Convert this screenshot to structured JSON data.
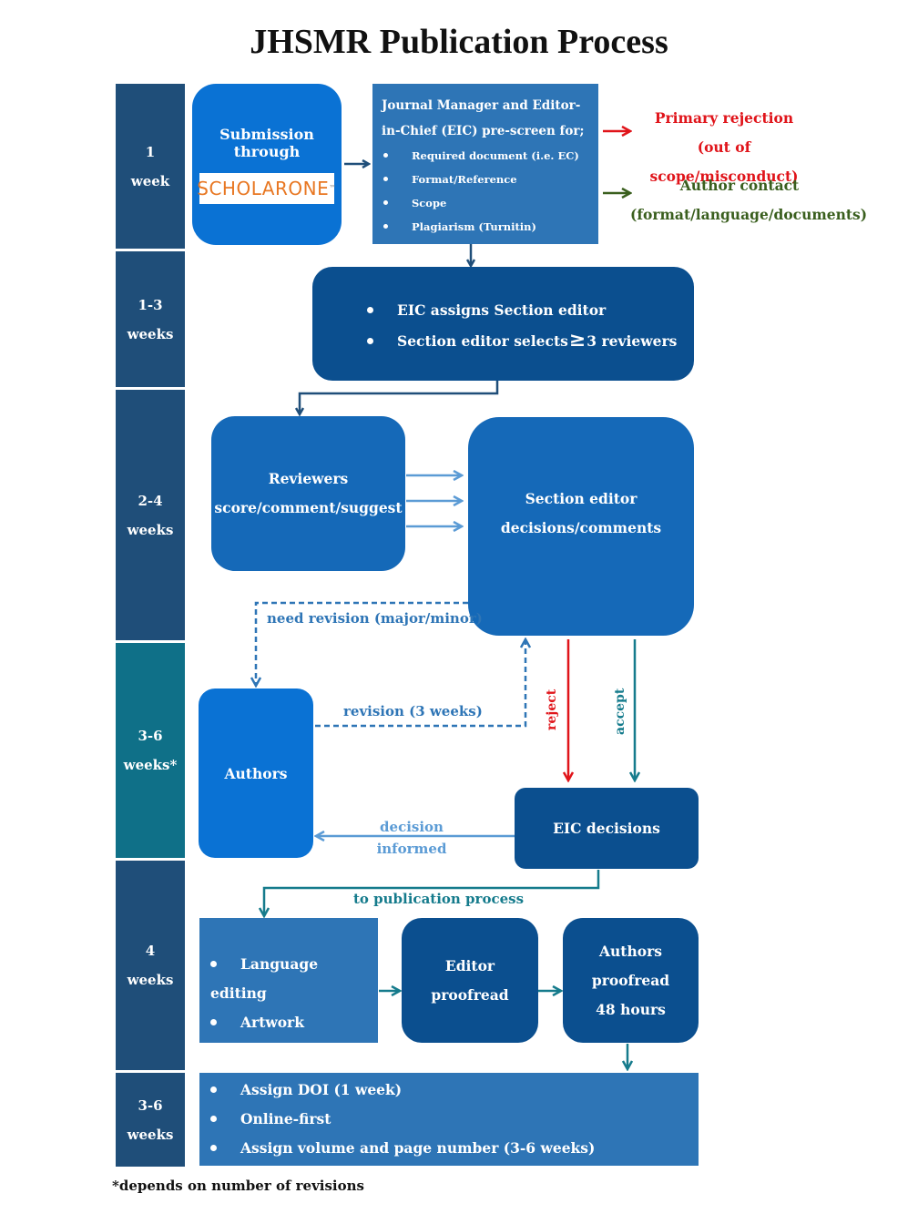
{
  "title": "JHSMR Publication Process",
  "timeline": [
    {
      "line1": "1",
      "line2": "week"
    },
    {
      "line1": "1-3",
      "line2": "weeks"
    },
    {
      "line1": "2-4",
      "line2": "weeks"
    },
    {
      "line1": "3-6",
      "line2": "weeks*"
    },
    {
      "line1": "4",
      "line2": "weeks"
    },
    {
      "line1": "3-6",
      "line2": "weeks"
    }
  ],
  "submission": {
    "label": "Submission through",
    "logo_text": "SCHOLARONE",
    "logo_tm": "™"
  },
  "prescreen": {
    "heading": "Journal Manager and Editor-in-Chief (EIC) pre-screen for;",
    "items": [
      "Required document (i.e. EC)",
      "Format/Reference",
      "Scope",
      "Plagiarism (Turnitin)"
    ]
  },
  "primary_rejection": {
    "line1": "Primary rejection",
    "line2": "(out of scope/misconduct)"
  },
  "author_contact": {
    "line1": "Author contact",
    "line2": "(format/language/documents)"
  },
  "assign": {
    "item1": "EIC assigns Section editor",
    "item2_pre": "Section editor selects",
    "item2_symbol": "≥",
    "item2_post": "3 reviewers"
  },
  "reviewers": {
    "line1": "Reviewers",
    "line2": "score/comment/suggest"
  },
  "section_editor": {
    "line1": "Section editor",
    "line2": "decisions/comments"
  },
  "need_revision": "need revision (major/minor)",
  "authors": "Authors",
  "revision": "revision (3 weeks)",
  "reject": "reject",
  "accept": "accept",
  "eic_decisions": "EIC decisions",
  "decision_informed": {
    "line1": "decision",
    "line2": "informed"
  },
  "to_publication": "to publication process",
  "editing": [
    "Language editing",
    "Artwork"
  ],
  "editor_proofread": {
    "line1": "Editor",
    "line2": "proofread"
  },
  "authors_proofread": {
    "line1": "Authors",
    "line2": "proofread",
    "line3": "48 hours"
  },
  "final": [
    "Assign DOI (1 week)",
    "Online-first",
    "Assign volume and page number (3-6 weeks)"
  ],
  "footnote": "*depends on number of revisions",
  "colors": {
    "timeline_dark": "#1f4e79",
    "timeline_teal": "#0f7088",
    "box_mid": "#1569b8",
    "box_bright": "#0a72d4",
    "box_dark": "#0b4f8f",
    "box_flat": "#2e75b6",
    "reject_red": "#e0141a",
    "contact_green": "#3a5f1e",
    "teal_arrow": "#157b8c",
    "light_arrow": "#5b9bd5"
  }
}
